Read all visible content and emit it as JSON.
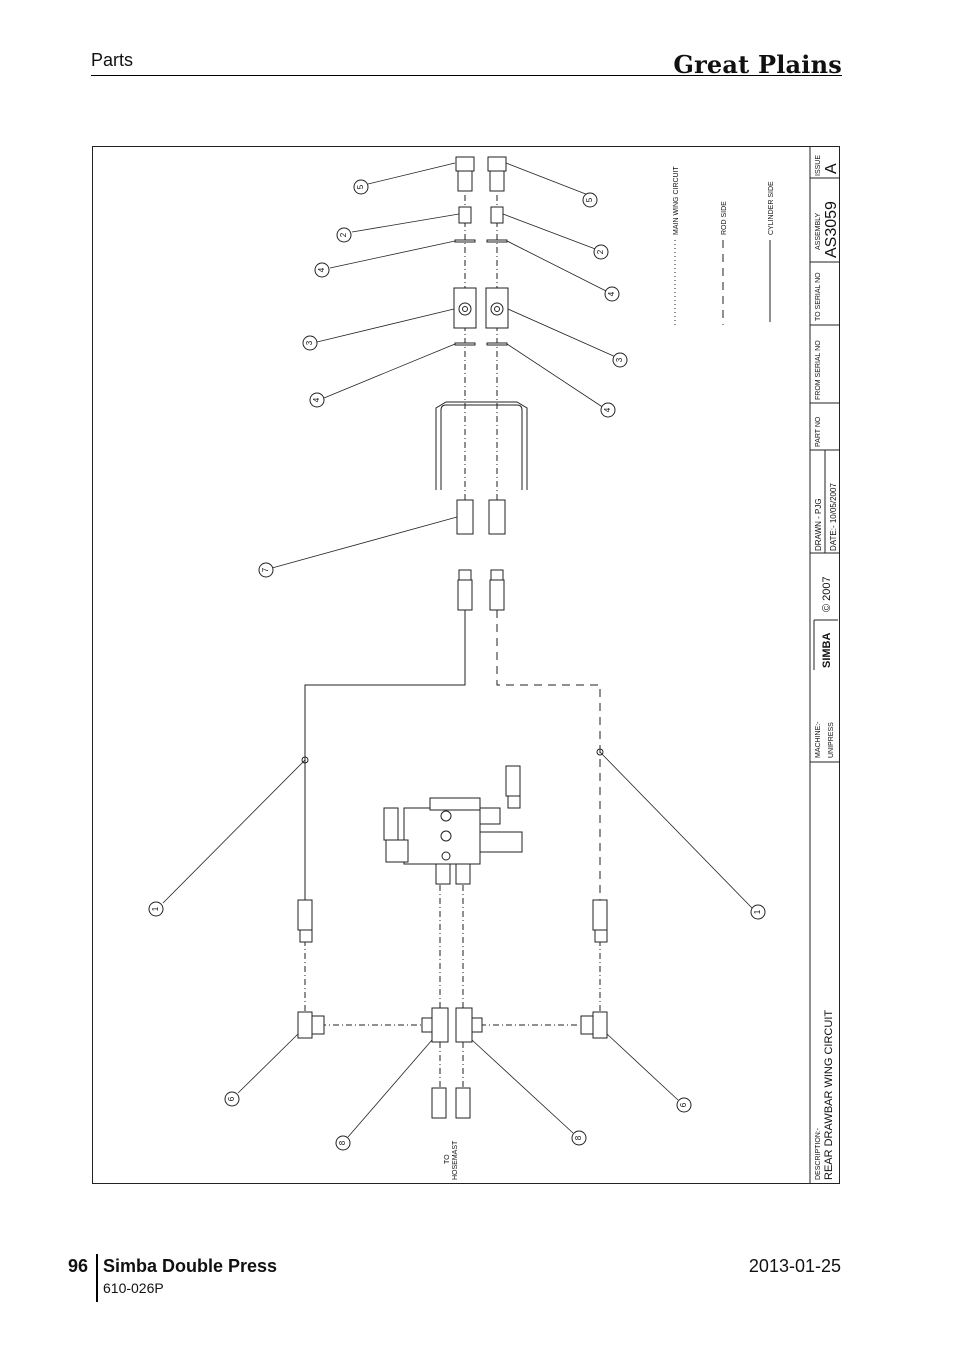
{
  "header": {
    "section": "Parts",
    "brand": "Great Plains"
  },
  "drawing": {
    "legend": {
      "main": "MAIN WING CIRCUIT",
      "rod": "ROD SIDE",
      "cylinder": "CYLINDER SIDE"
    },
    "title_block": {
      "issue_label": "ISSUE",
      "issue": "A",
      "assembly_label": "ASSEMBLY",
      "assembly": "AS3059",
      "to_serial_label": "TO SERIAL NO",
      "from_serial_label": "FROM SERIAL NO",
      "part_no_label": "PART NO",
      "drawn_label": "DRAWN - PJG",
      "date_label": "DATE:- 10/05/2007",
      "copyright": "© 2007",
      "logo": "SIMBA",
      "machine_label": "MACHINE:-",
      "machine": "UNIPRESS",
      "description_label": "DESCRIPTION:-",
      "description": "REAR DRAWBAR WING CIRCUIT"
    },
    "hosemast_to": "TO",
    "hosemast": "HOSEMAST",
    "balloons": [
      "1",
      "1",
      "2",
      "2",
      "3",
      "3",
      "4",
      "4",
      "4",
      "4",
      "5",
      "5",
      "6",
      "6",
      "7",
      "8",
      "8"
    ]
  },
  "footer": {
    "page_number": "96",
    "title": "Simba Double Press",
    "doc_number": "610-026P",
    "date": "2013-01-25"
  }
}
